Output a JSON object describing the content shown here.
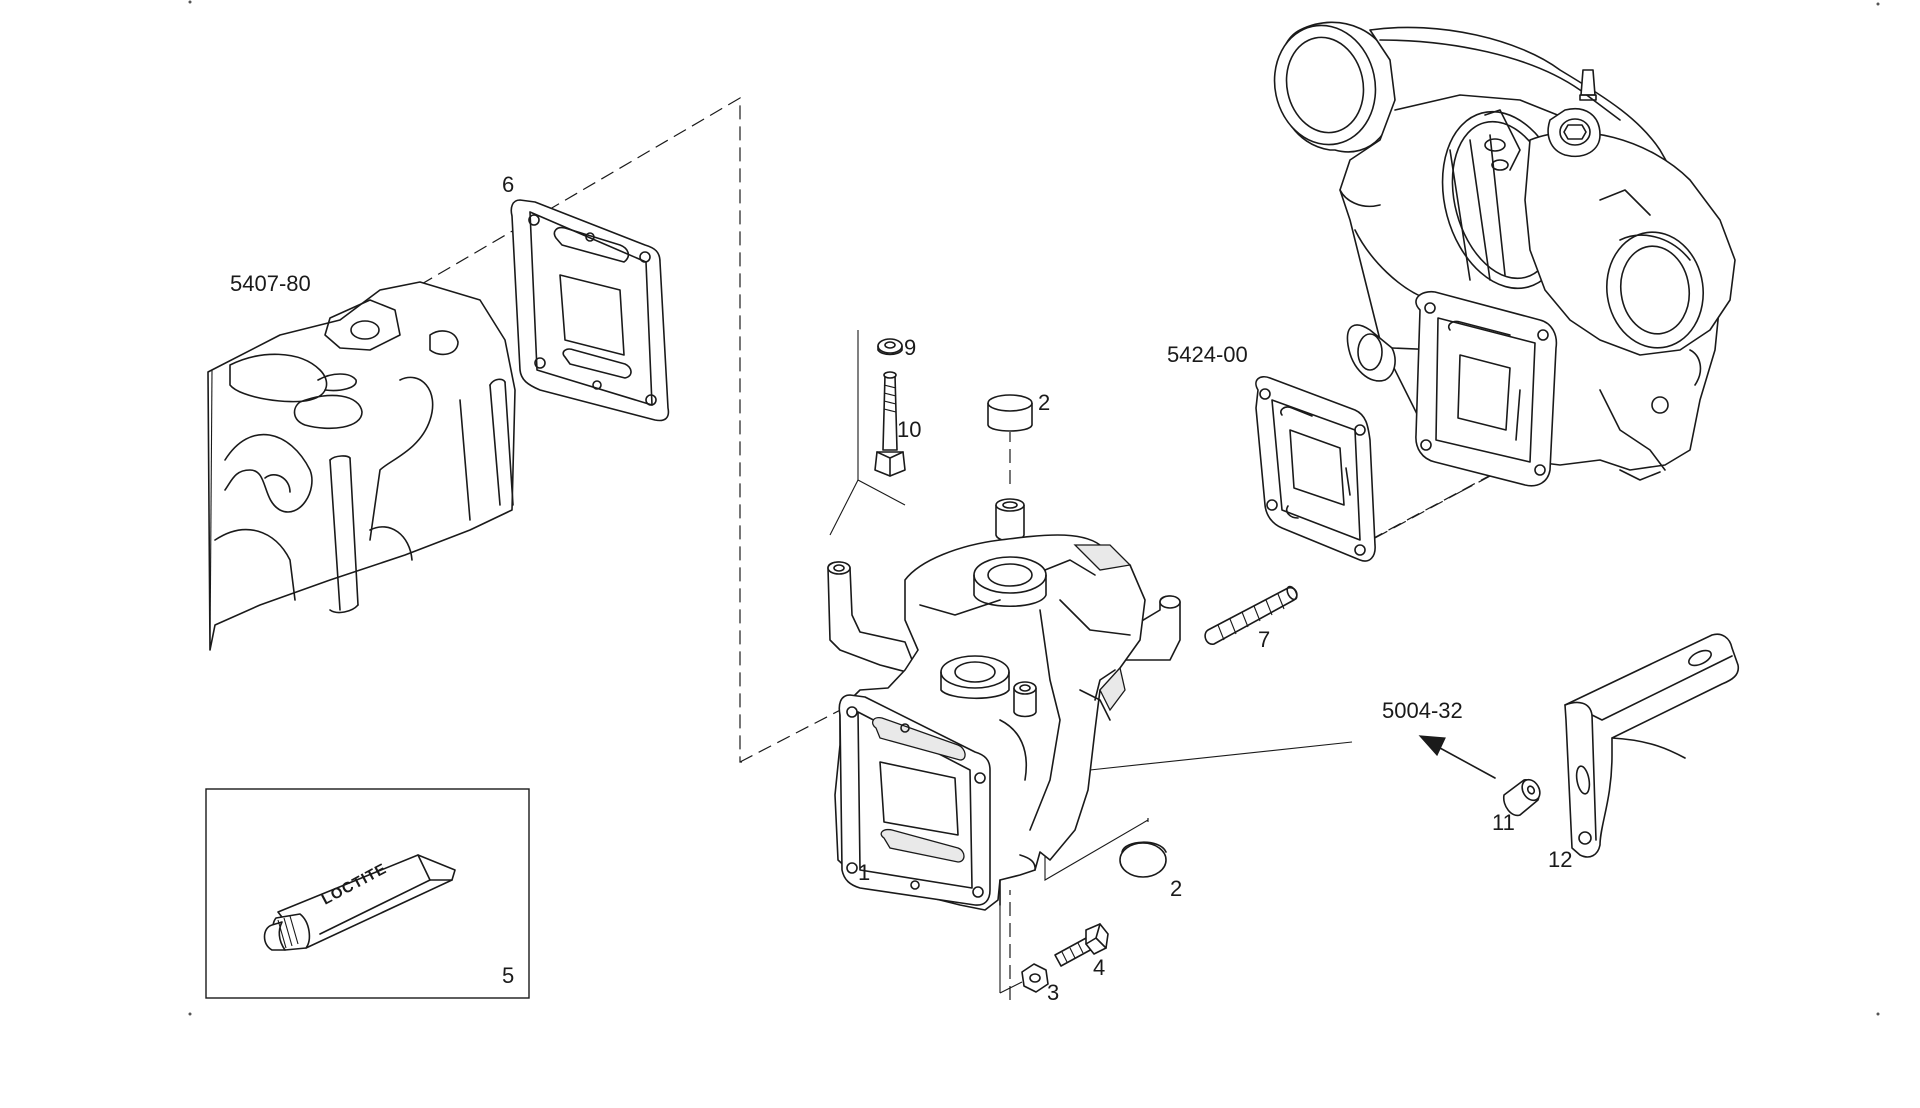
{
  "diagram": {
    "labels": [
      {
        "key": "ref_5407_80",
        "text": "5407-80"
      },
      {
        "key": "ref_5424_00",
        "text": "5424-00"
      },
      {
        "key": "ref_5004_32",
        "text": "5004-32"
      },
      {
        "key": "item_1",
        "text": "1"
      },
      {
        "key": "item_2a",
        "text": "2"
      },
      {
        "key": "item_2b",
        "text": "2"
      },
      {
        "key": "item_3",
        "text": "3"
      },
      {
        "key": "item_4",
        "text": "4"
      },
      {
        "key": "item_5",
        "text": "5"
      },
      {
        "key": "item_6",
        "text": "6"
      },
      {
        "key": "item_7",
        "text": "7"
      },
      {
        "key": "item_9",
        "text": "9"
      },
      {
        "key": "item_10",
        "text": "10"
      },
      {
        "key": "item_11",
        "text": "11"
      },
      {
        "key": "item_12",
        "text": "12"
      }
    ],
    "tube_text": "LOCTITE"
  }
}
